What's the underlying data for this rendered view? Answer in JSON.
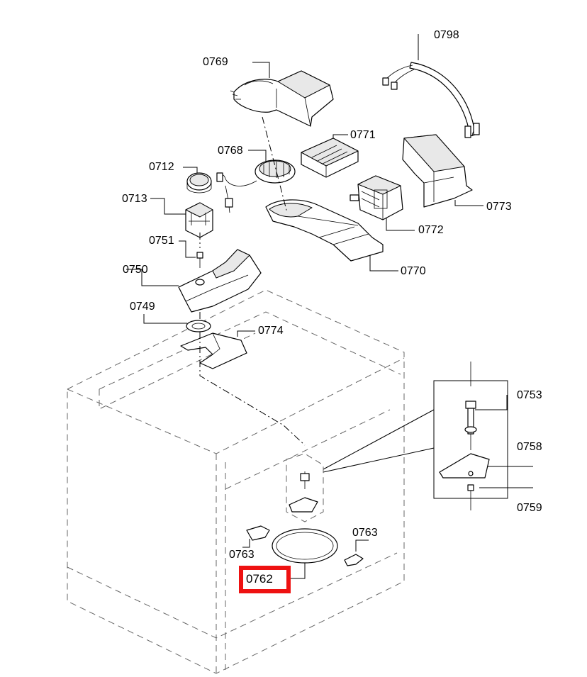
{
  "diagram": {
    "highlight_color": "#ee1111",
    "highlighted_part": "0762",
    "labels": {
      "p0798": "0798",
      "p0769": "0769",
      "p0771": "0771",
      "p0768": "0768",
      "p0712": "0712",
      "p0773": "0773",
      "p0713": "0713",
      "p0772": "0772",
      "p0751": "0751",
      "p0770": "0770",
      "p0750": "0750",
      "p0749": "0749",
      "p0774": "0774",
      "p0753": "0753",
      "p0758": "0758",
      "p0759": "0759",
      "p0763a": "0763",
      "p0763b": "0763",
      "p0762": "0762"
    }
  }
}
